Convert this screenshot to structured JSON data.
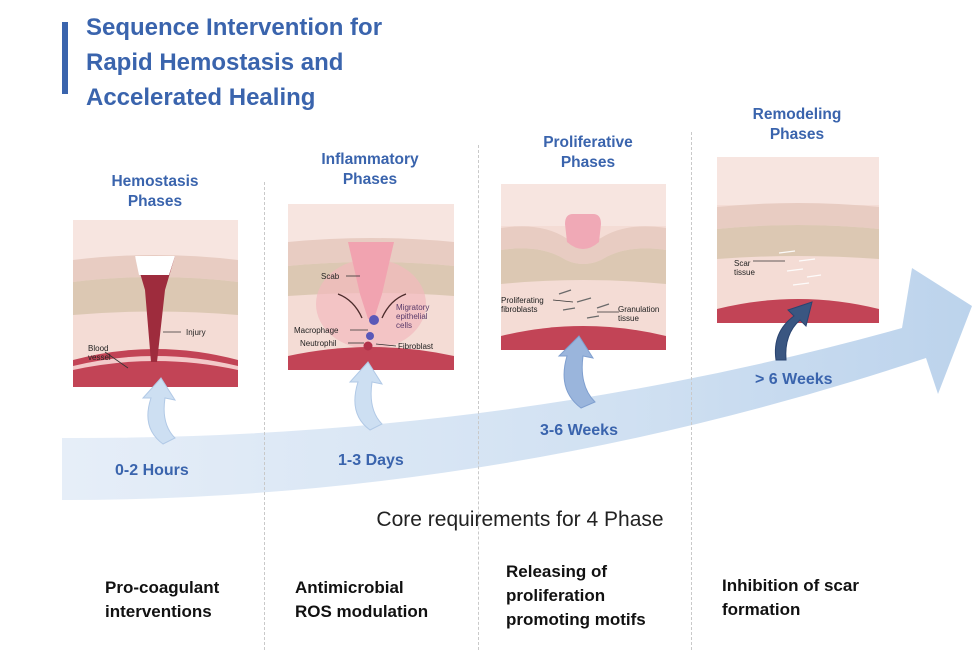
{
  "title": {
    "line1": "Sequence Intervention for",
    "line2": "Rapid Hemostasis and",
    "line3": "Accelerated Healing"
  },
  "phases": [
    {
      "label_line1": "Hemostasis",
      "label_line2": "Phases",
      "time": "0-2 Hours",
      "requirement_lines": [
        "Pro-coagulant",
        "interventions"
      ]
    },
    {
      "label_line1": "Inflammatory",
      "label_line2": "Phases",
      "time": "1-3 Days",
      "requirement_lines": [
        "Antimicrobial",
        "ROS modulation"
      ]
    },
    {
      "label_line1": "Proliferative",
      "label_line2": "Phases",
      "time": "3-6 Weeks",
      "requirement_lines": [
        "Releasing of",
        "proliferation",
        "promoting motifs"
      ]
    },
    {
      "label_line1": "Remodeling",
      "label_line2": "Phases",
      "time": "> 6 Weeks",
      "requirement_lines": [
        "Inhibition of scar",
        "formation"
      ]
    }
  ],
  "core_requirements": "Core requirements for 4 Phase",
  "annotations": {
    "panel1": {
      "injury": "Injury",
      "blood_line1": "Blood",
      "blood_line2": "vessel"
    },
    "panel2": {
      "scab": "Scab",
      "macrophage": "Macrophage",
      "neutrophil": "Neutrophil",
      "fibroblast": "Fibroblast",
      "migratory_line1": "Migratory",
      "migratory_line2": "epithelial",
      "migratory_line3": "cells"
    },
    "panel3": {
      "prolif_line1": "Proliferating",
      "prolif_line2": "fibroblasts",
      "gran_line1": "Granulation",
      "gran_line2": "tissue"
    },
    "panel4": {
      "scar_line1": "Scar",
      "scar_line2": "tissue"
    }
  },
  "colors": {
    "accent": "#3a64ad",
    "arrow_fill": "#d3e3f4",
    "skin": "#f3d9d2",
    "dermis": "#d9c7b4",
    "blood": "#b73a4b"
  },
  "icons": [
    "curved-up-arrow-icon",
    "big-progress-arrow-icon"
  ]
}
